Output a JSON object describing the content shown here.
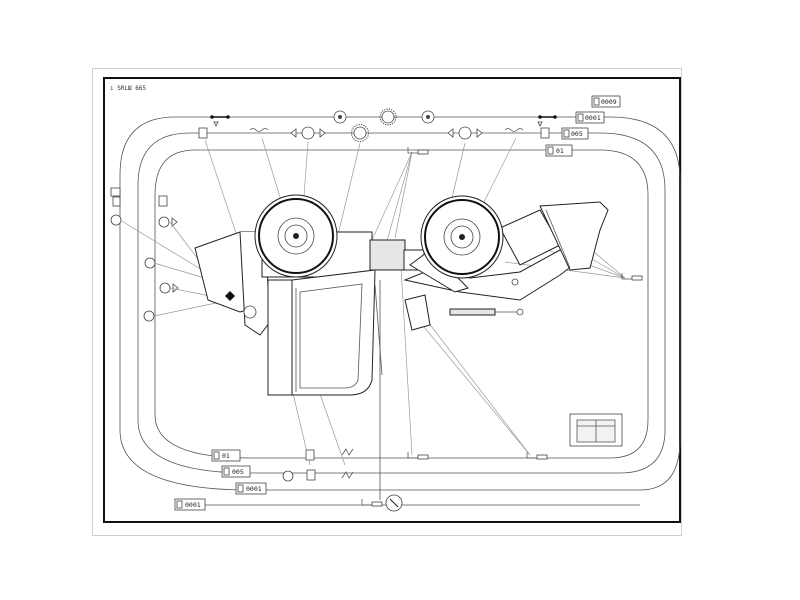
{
  "drawing": {
    "ref": "ı SRLШ 665"
  },
  "tags": {
    "top_right_1": "0009",
    "top_right_2": "0001",
    "top_right_3": "005",
    "top_right_4": "01",
    "bottom_1": "01",
    "bottom_2": "005",
    "bottom_3": "0001",
    "bottom_4": "0001"
  },
  "colors": {
    "line": "#555555",
    "frame": "#111111",
    "part_fill": "#e6e6e6"
  },
  "icons": [
    "lamp-icon",
    "connector-icon",
    "bulb-icon",
    "sun-symbol-icon",
    "motor-icon",
    "clock-icon",
    "legend-box-icon"
  ]
}
